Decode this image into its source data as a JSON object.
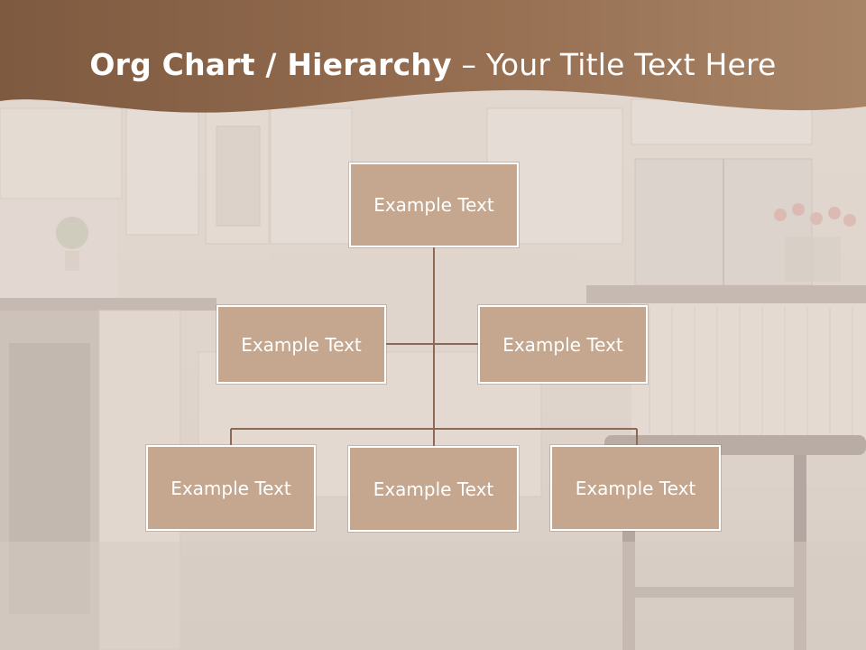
{
  "title": {
    "bold_part": "Org Chart / Hierarchy",
    "dash": " – ",
    "light_part": "Your Title Text Here"
  },
  "org_chart": {
    "root": "Example Text",
    "assistants": [
      "Example Text",
      "Example Text"
    ],
    "subordinates": [
      "Example Text",
      "Example Text",
      "Example Text"
    ]
  },
  "colors": {
    "header_band": "#8a6246",
    "box_fill": "#c4a78e",
    "box_border": "#ffffff",
    "connector": "#8b6a55"
  }
}
